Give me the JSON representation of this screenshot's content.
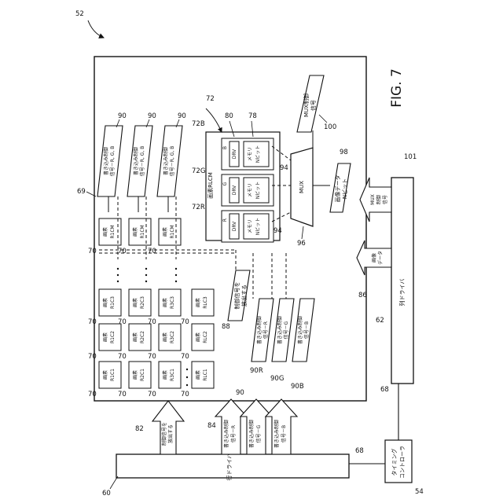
{
  "figure": {
    "title": "FIG. 7",
    "ref_main": "52",
    "ref_panel": "69"
  },
  "blocks": {
    "row_driver": {
      "label": "行ドライバ",
      "ref": "60"
    },
    "column_driver": {
      "label": "列ドライバ",
      "ref": "62"
    },
    "timing_controller": {
      "line1": "タイミング",
      "line2": "コントローラ",
      "ref": "54"
    }
  },
  "pixels": [
    {
      "line1": "画素",
      "line2": "R1C1"
    },
    {
      "line1": "画素",
      "line2": "R1C2"
    },
    {
      "line1": "画素",
      "line2": "R1C3"
    },
    {
      "line1": "画素",
      "line2": "R1CM"
    },
    {
      "line1": "画素",
      "line2": "R2C1"
    },
    {
      "line1": "画素",
      "line2": "R2C2"
    },
    {
      "line1": "画素",
      "line2": "R2C3"
    },
    {
      "line1": "画素",
      "line2": "R1CM"
    },
    {
      "line1": "画素",
      "line2": "R3C1"
    },
    {
      "line1": "画素",
      "line2": "R3C2"
    },
    {
      "line1": "画素",
      "line2": "R3C3"
    },
    {
      "line1": "画素",
      "line2": "R1CM"
    },
    {
      "line1": "画素",
      "line2": "RLC1"
    },
    {
      "line1": "画素",
      "line2": "RLC2"
    },
    {
      "line1": "画素",
      "line2": "RLC3"
    }
  ],
  "pixel_ref": "70",
  "rlcm": {
    "title": "画素RLCM",
    "ref": "72",
    "drv": "DRV",
    "mem1": "メモリ",
    "mem2": "Nビット",
    "subs": [
      {
        "letter": "B",
        "ref": "72B"
      },
      {
        "letter": "G",
        "ref": "72G"
      },
      {
        "letter": "R",
        "ref": "72R"
      }
    ],
    "drv_ref": "80",
    "mem_ref": "78"
  },
  "mux": {
    "label": "MUX",
    "ref": "96",
    "ref_94a": "94",
    "ref_94b": "94"
  },
  "mux_control": {
    "line1": "MUX制御",
    "line2": "信号",
    "ref": "100"
  },
  "image_data_inner": {
    "line1": "画像データ",
    "line2": "Nビット",
    "ref": "98"
  },
  "arrow_image_data": {
    "line1": "画像",
    "line2": "データ",
    "ref": "86"
  },
  "arrow_mux_control": {
    "line1": "MUX",
    "line2": "制御",
    "line3": "信号",
    "ref": "101"
  },
  "write_controls_top": [
    {
      "line1": "書き込み制御",
      "line2": "信号－R, G, B",
      "ref": "90"
    },
    {
      "line1": "書き込み制御",
      "line2": "信号－R, G, B",
      "ref": "90"
    },
    {
      "line1": "書き込み制御",
      "line2": "信号－R, G, B",
      "ref": "90"
    }
  ],
  "write_controls_bottom": [
    {
      "line1": "書き込み制御",
      "line2": "信号－R",
      "ref": "90R"
    },
    {
      "line1": "書き込み制御",
      "line2": "信号－G",
      "ref": "90G"
    },
    {
      "line1": "書き込み制御",
      "line2": "信号－B",
      "ref": "90B"
    }
  ],
  "write_controls_bottom_ref": "90",
  "emit_control_inner": {
    "line1": "制御信号を",
    "line2": "放出する",
    "ref": "88"
  },
  "emit_control_outer": {
    "line1": "制御信号を",
    "line2": "放出する",
    "ref": "82"
  },
  "row_write_arrows": {
    "ref": "84",
    "items": [
      {
        "line1": "書き込み制御",
        "line2": "信号－R"
      },
      {
        "line1": "書き込み制御",
        "line2": "信号－G"
      },
      {
        "line1": "書き込み制御",
        "line2": "信号－B"
      }
    ]
  },
  "wire_refs": {
    "timing_to_row": "68",
    "timing_to_col": "68"
  }
}
